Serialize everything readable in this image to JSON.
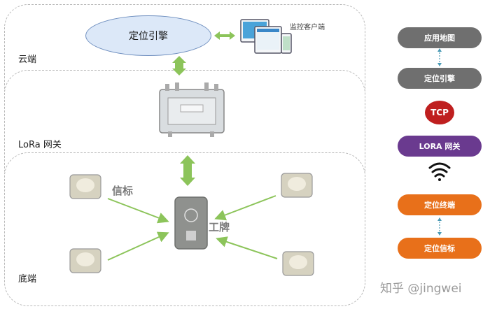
{
  "layers": {
    "cloud": "云端",
    "gateway": "LoRa 网关",
    "bottom": "底端"
  },
  "engine": "定位引擎",
  "monitor_client": "监控客户端",
  "beacon_label": "信标",
  "badge_label": "工牌",
  "stack": [
    "应用地图",
    "定位引擎",
    "TCP",
    "LORA 网关",
    "定位终端",
    "定位信标"
  ],
  "colors": {
    "gray": "#6f6f6f",
    "red": "#bf1f1f",
    "purple": "#6a3a8f",
    "orange": "#e8701a",
    "green": "#8cc45a"
  },
  "watermark": "知乎 @jingwei"
}
